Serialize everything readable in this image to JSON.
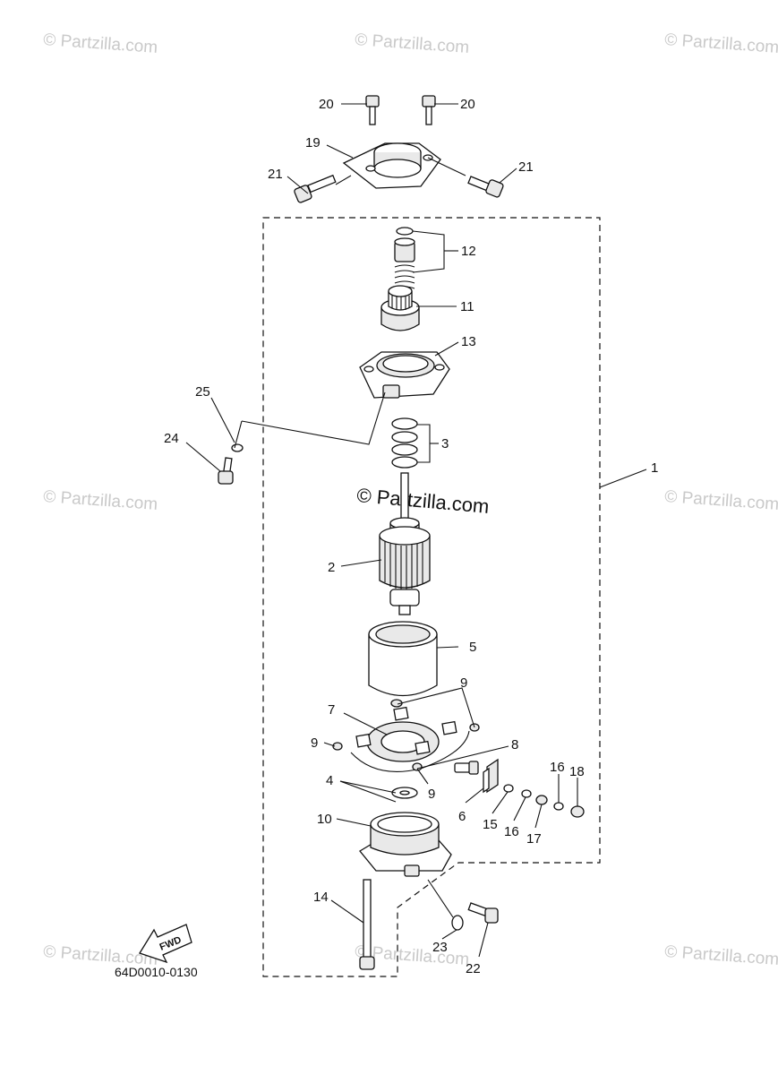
{
  "diagram_code": "64D0010-0130",
  "watermark": "© Partzilla.com",
  "fwd_label": "FWD",
  "callouts": {
    "c1": "1",
    "c2": "2",
    "c3": "3",
    "c4": "4",
    "c5": "5",
    "c6": "6",
    "c7": "7",
    "c8": "8",
    "c9a": "9",
    "c9b": "9",
    "c9c": "9",
    "c10": "10",
    "c11": "11",
    "c12": "12",
    "c13": "13",
    "c14": "14",
    "c15": "15",
    "c16a": "16",
    "c16b": "16",
    "c17": "17",
    "c18": "18",
    "c19": "19",
    "c20a": "20",
    "c20b": "20",
    "c21a": "21",
    "c21b": "21",
    "c22": "22",
    "c23": "23",
    "c24": "24",
    "c25": "25"
  }
}
